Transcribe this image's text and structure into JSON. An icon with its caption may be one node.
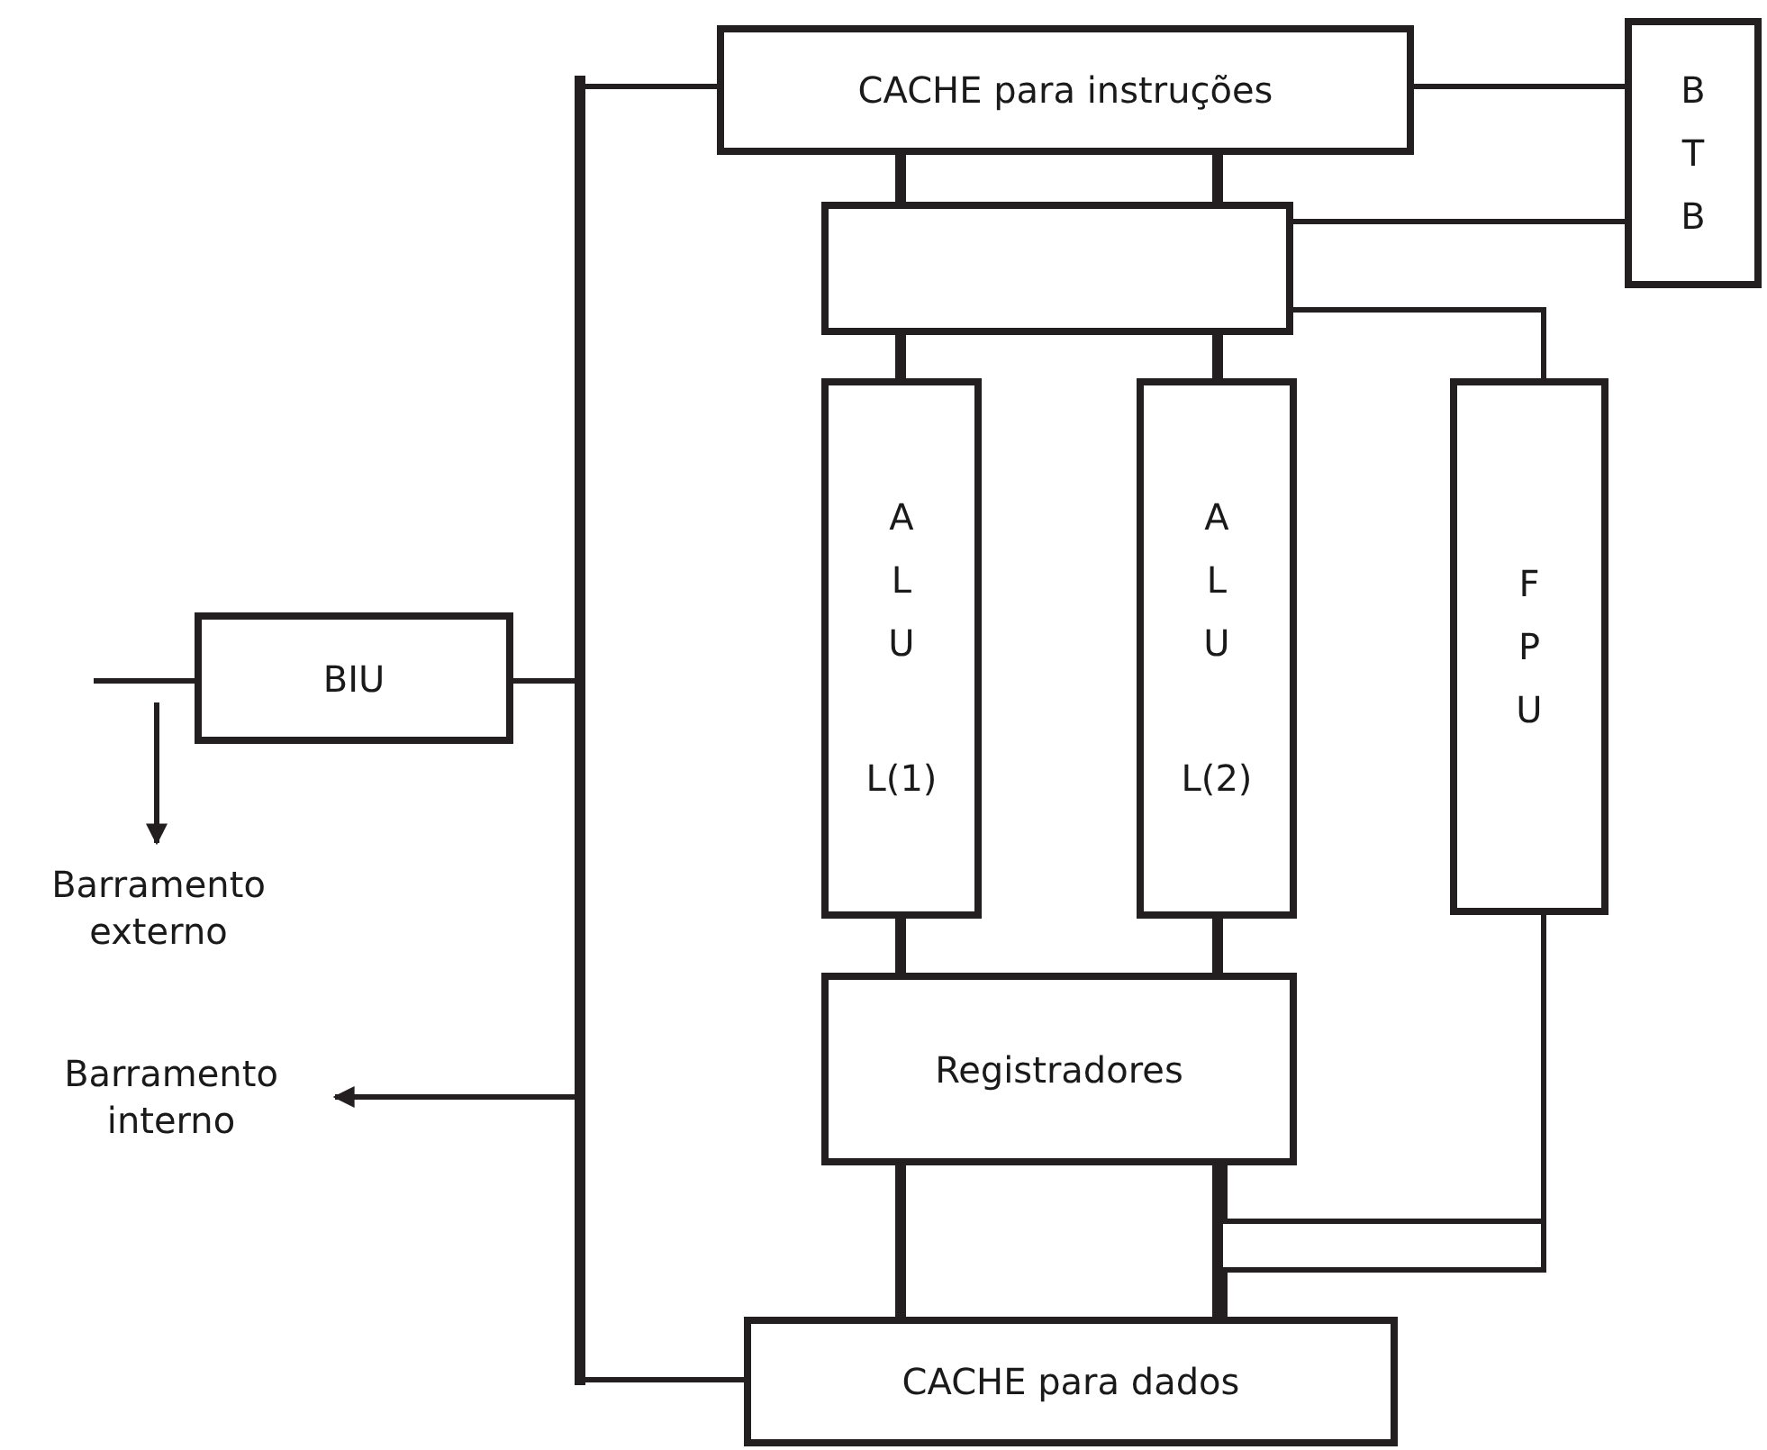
{
  "diagram": {
    "nodes": [
      {
        "text": [
          "CACHE para instruções"
        ]
      },
      {
        "text": [
          "B T B"
        ]
      },
      {
        "text": [],
        "shape": "box"
      },
      {
        "text": [
          "A L U",
          "L(1)"
        ]
      },
      {
        "text": [
          "A L U",
          "L(2)"
        ]
      },
      {
        "text": [
          "F P U"
        ]
      },
      {
        "text": [
          "Registradores"
        ]
      },
      {
        "text": [
          "CACHE para dados"
        ]
      },
      {
        "text": [
          "BIU"
        ]
      },
      {
        "text": [],
        "shape": "bar"
      },
      {
        "text": [
          "Barramento externo"
        ]
      },
      {
        "text": [
          "Barramento interno"
        ]
      }
    ],
    "edges": [
      {
        "from": 0,
        "to": 9,
        "arrow": "none"
      },
      {
        "from": 0,
        "to": 1,
        "arrow": "none"
      },
      {
        "from": 0,
        "to": 2,
        "arrow": "none",
        "style": "thick"
      },
      {
        "from": 0,
        "to": 2,
        "arrow": "none",
        "style": "thick"
      },
      {
        "from": 2,
        "to": 1,
        "arrow": "none"
      },
      {
        "from": 2,
        "to": 3,
        "arrow": "none",
        "style": "thick"
      },
      {
        "from": 2,
        "to": 4,
        "arrow": "none",
        "style": "thick"
      },
      {
        "from": 2,
        "to": 5,
        "arrow": "none"
      },
      {
        "from": 3,
        "to": 6,
        "arrow": "none",
        "style": "thick"
      },
      {
        "from": 4,
        "to": 6,
        "arrow": "none",
        "style": "thick"
      },
      {
        "from": 6,
        "to": 7,
        "arrow": "none",
        "style": "thick"
      },
      {
        "from": 6,
        "to": 7,
        "arrow": "none",
        "style": "thick"
      },
      {
        "from": 5,
        "to": 6,
        "arrow": "none"
      },
      {
        "from": 5,
        "to": 7,
        "arrow": "none"
      },
      {
        "from": 8,
        "to": 9,
        "arrow": "none"
      },
      {
        "from": 9,
        "to": 7,
        "arrow": "none"
      },
      {
        "from": 9,
        "to": 11,
        "arrow": "to"
      },
      {
        "from": 8,
        "to": null,
        "arrow": "none"
      },
      {
        "from": null,
        "to": 10,
        "arrow": "to"
      }
    ]
  }
}
